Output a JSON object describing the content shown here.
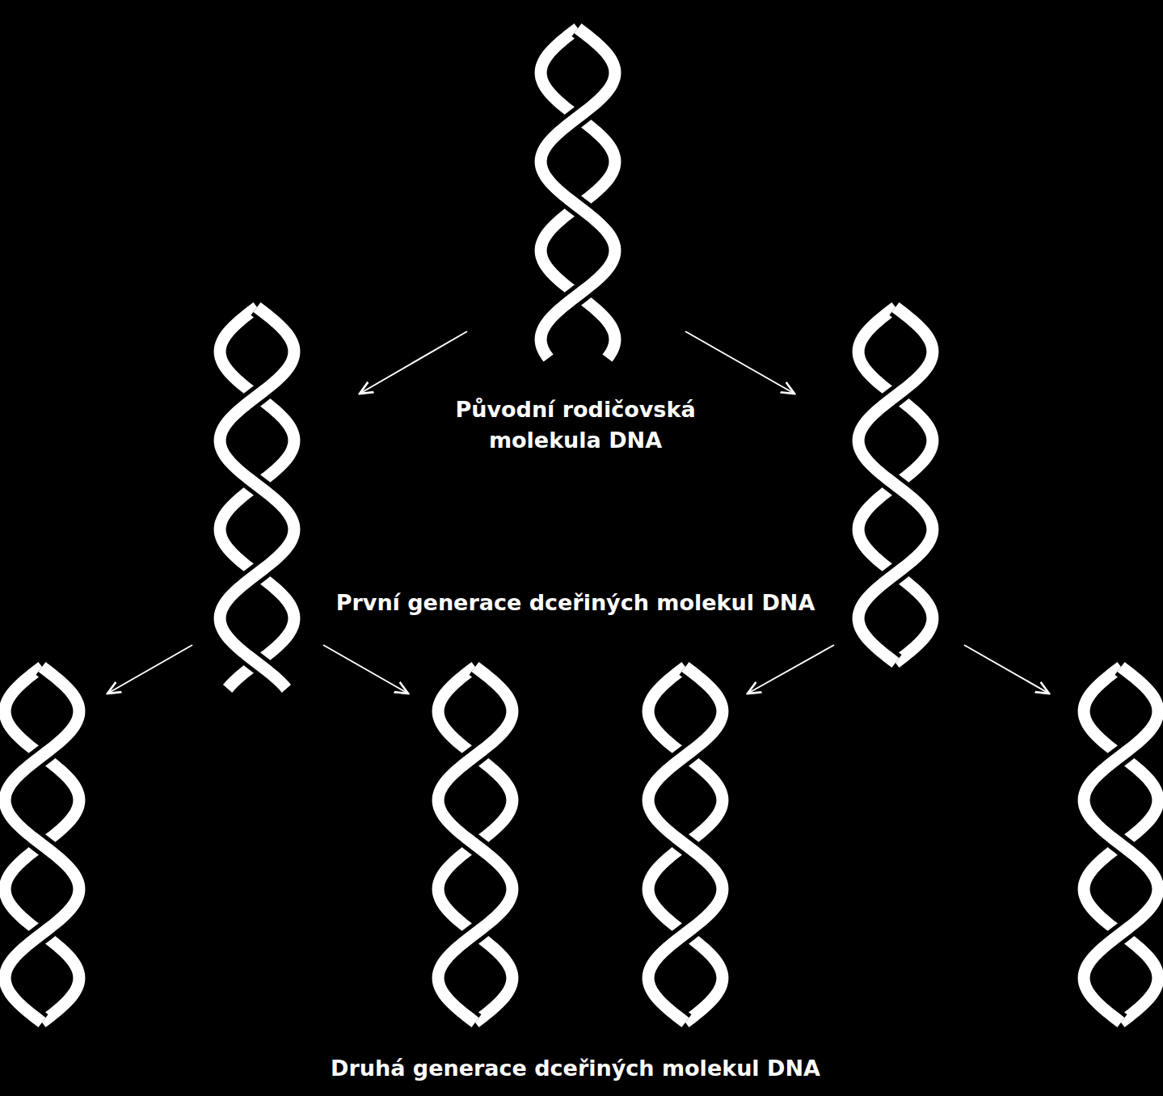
{
  "diagram": {
    "labels": [
      "Původní rodičovská molekula DNA",
      "První generace dceřiných molekul DNA",
      "Druhá generace dceřiných molekul DNA"
    ]
  }
}
